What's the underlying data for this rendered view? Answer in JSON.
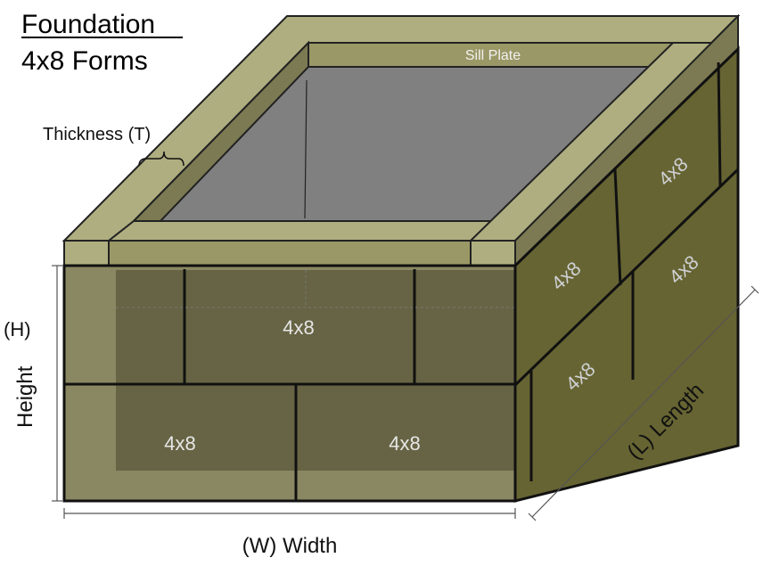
{
  "title": {
    "line1": "Foundation",
    "line2": "4x8 Forms"
  },
  "labels": {
    "thickness": "Thickness (T)",
    "sill_plate": "Sill Plate",
    "height": "Height",
    "height_abbr": "(H)",
    "width": "(W) Width",
    "length": "(L) Length"
  },
  "panels": {
    "front_top": "4x8",
    "front_bottom_left": "4x8",
    "front_bottom_right": "4x8",
    "side_top_left": "4x8",
    "side_top_right": "4x8",
    "side_bottom_left": "4x8",
    "side_bottom_right": "4x8"
  },
  "colors": {
    "sill_light": "#afae80",
    "sill_mid": "#9a9866",
    "sill_dark": "#7c7a52",
    "interior": "#808080",
    "front_panel": "#5f5e40",
    "side_panel": "#666432",
    "panel_text": "#d8d8d8"
  }
}
